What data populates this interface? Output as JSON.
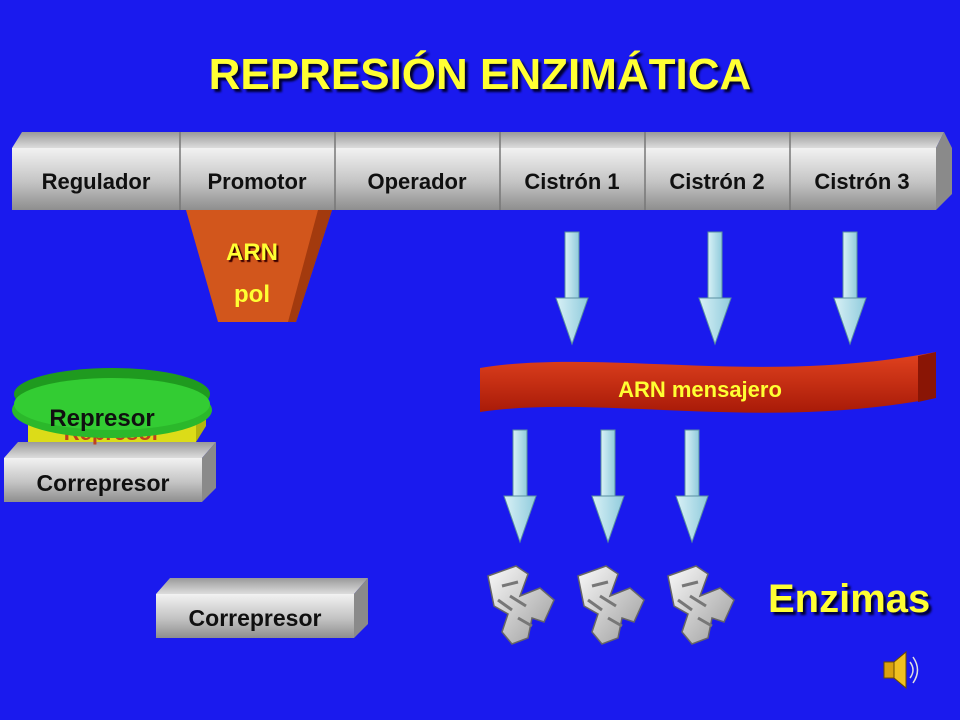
{
  "title": "REPRESIÓN ENZIMÁTICA",
  "gene_segments": [
    "Regulador",
    "Promotor",
    "Operador",
    "Cistrón 1",
    "Cistrón 2",
    "Cistrón 3"
  ],
  "arn_pol": {
    "line1": "ARN",
    "line2": "pol"
  },
  "mrna_label": "ARN mensajero",
  "repressor_label": "Represor",
  "repressor_hidden_label": "Represor",
  "corepressor_bound_label": "Correpresor",
  "corepressor_free_label": "Correpresor",
  "enzymes_label": "Enzimas",
  "colors": {
    "background": "#1a1aee",
    "title": "#ffff33",
    "arn_pol": "#d2561c",
    "mrna": "#c8240f",
    "repressor": "#33cc33",
    "repressor_base": "#dcdc18",
    "arrow": "#a9dbe8",
    "label_yellow": "#ffff33"
  },
  "icons": [
    "enzyme-icon",
    "enzyme-icon",
    "enzyme-icon",
    "speaker-icon"
  ]
}
